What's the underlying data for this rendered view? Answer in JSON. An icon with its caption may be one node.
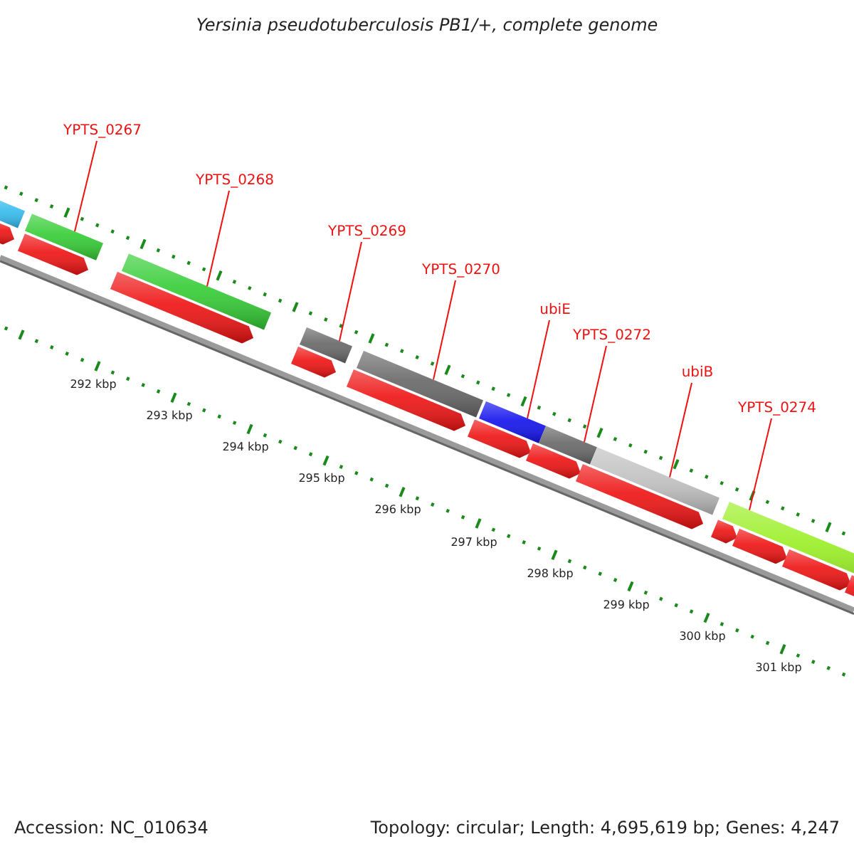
{
  "diagram": {
    "title": "Yersinia pseudotuberculosis PB1/+, complete genome",
    "nodes": [
      {
        "text": [
          "YPTS_0267"
        ]
      },
      {
        "text": [
          "YPTS_0268"
        ]
      },
      {
        "text": [
          "YPTS_0269"
        ]
      },
      {
        "text": [
          "YPTS_0270"
        ]
      },
      {
        "text": [
          "ubiE"
        ]
      },
      {
        "text": [
          "YPTS_0272"
        ]
      },
      {
        "text": [
          "ubiB"
        ]
      },
      {
        "text": [
          "YPTS_0274"
        ]
      },
      {
        "text": [],
        "shape": "bar"
      },
      {
        "text": [],
        "shape": "bar"
      },
      {
        "text": [],
        "shape": "bar"
      },
      {
        "text": [],
        "shape": "bar"
      },
      {
        "text": [],
        "shape": "bar"
      },
      {
        "text": [],
        "shape": "bar"
      },
      {
        "text": [],
        "shape": "bar"
      },
      {
        "text": [],
        "shape": "bar"
      }
    ],
    "edges": [
      {
        "from": 0,
        "to": 8,
        "arrow": "none"
      },
      {
        "from": 1,
        "to": 9,
        "arrow": "none"
      },
      {
        "from": 2,
        "to": 10,
        "arrow": "none"
      },
      {
        "from": 3,
        "to": 11,
        "arrow": "none"
      },
      {
        "from": 4,
        "to": 12,
        "arrow": "none"
      },
      {
        "from": 5,
        "to": 13,
        "arrow": "none"
      },
      {
        "from": 6,
        "to": 14,
        "arrow": "none"
      },
      {
        "from": 7,
        "to": 15,
        "arrow": "none"
      }
    ],
    "labels": [
      "292 kbp",
      "293 kbp",
      "294 kbp",
      "295 kbp",
      "296 kbp",
      "297 kbp",
      "298 kbp",
      "299 kbp",
      "300 kbp",
      "301 kbp",
      "Accession: NC_010634",
      "Topology: circular; Length: 4,695,619 bp; Genes: 4,247"
    ]
  }
}
